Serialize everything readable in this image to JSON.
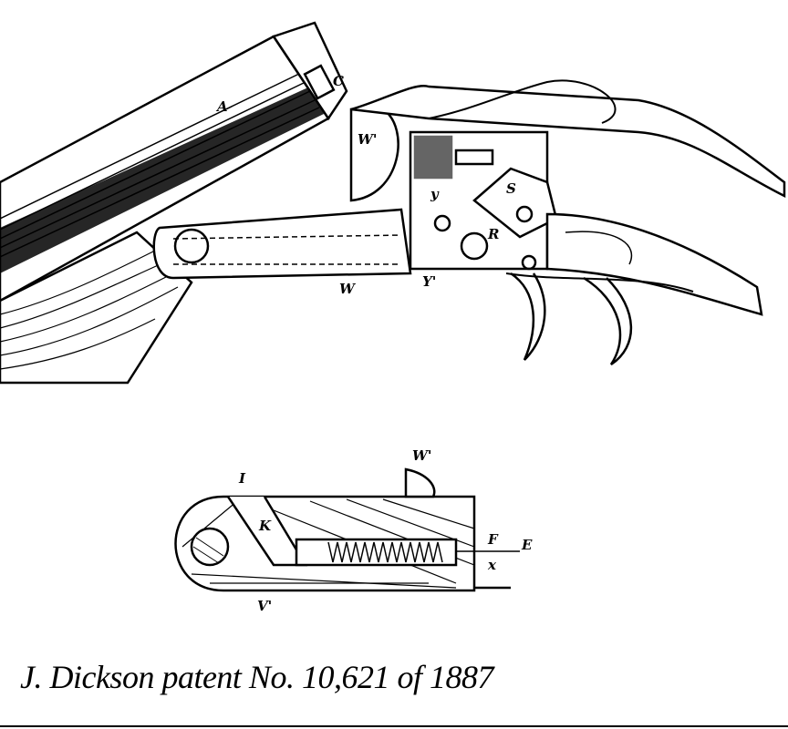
{
  "figure_labels": {
    "top": [
      "A",
      "C",
      "W'",
      "y",
      "S",
      "R",
      "Y'",
      "W"
    ],
    "bottom": [
      "W'",
      "I",
      "K",
      "F",
      "E",
      "x",
      "V'"
    ]
  },
  "caption": "J. Dickson patent No. 10,621 of 1887",
  "colors": {
    "ink": "#000000",
    "paper": "#ffffff"
  }
}
